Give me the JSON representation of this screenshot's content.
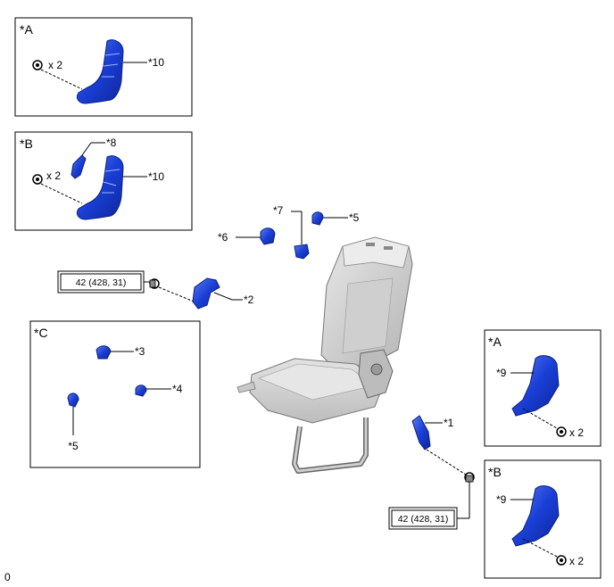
{
  "panels": {
    "top_a": {
      "tag": "*A",
      "count": "x 2",
      "callout": "*10"
    },
    "top_b": {
      "tag": "*B",
      "count": "x 2",
      "callouts": [
        "*8",
        "*10"
      ]
    },
    "group_c": {
      "tag": "*C",
      "callouts": [
        "*3",
        "*4",
        "*5"
      ]
    },
    "right_a": {
      "tag": "*A",
      "callout": "*9",
      "count": "x 2"
    },
    "right_b": {
      "tag": "*B",
      "callout": "*9",
      "count": "x 2"
    }
  },
  "callouts": {
    "part1": "*1",
    "part2": "*2",
    "part5": "*5",
    "part6": "*6",
    "part7": "*7"
  },
  "torque": {
    "upper": "42 (428, 31)",
    "lower": "42 (428, 31)"
  },
  "footer": {
    "figure_code": "0"
  },
  "colors": {
    "part_blue": "#1a3fd6",
    "part_blue_dark": "#0d2599",
    "part_blue_light": "#5b7cf0",
    "seat_grey": "#d4d4d4",
    "seat_grey_dark": "#a9a9a9",
    "frame": "#555555"
  }
}
